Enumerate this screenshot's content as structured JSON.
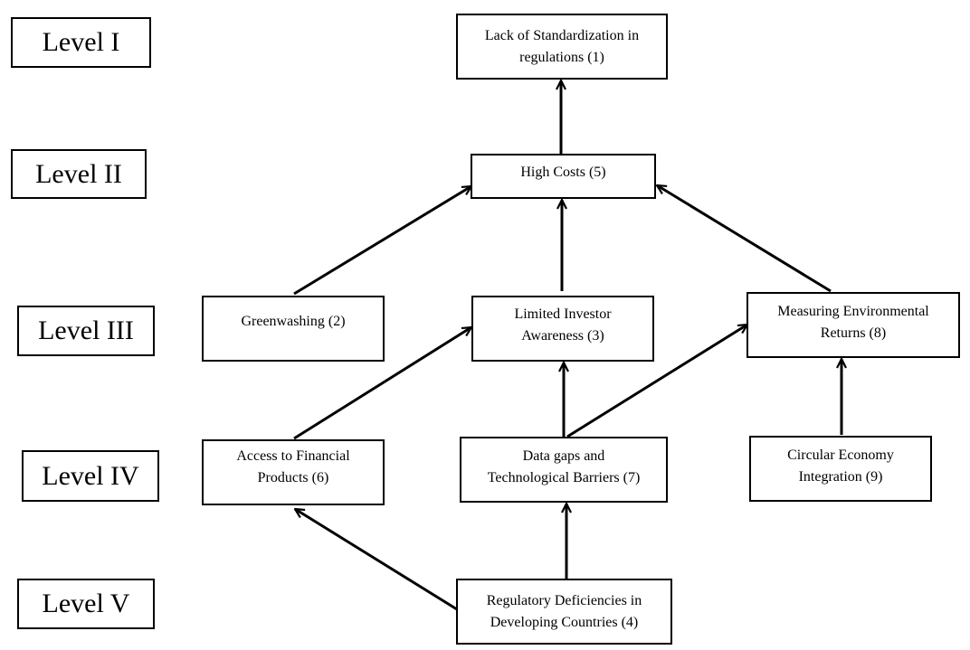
{
  "levels": {
    "l1": "Level I",
    "l2": "Level II",
    "l3": "Level III",
    "l4": "Level IV",
    "l5": "Level V"
  },
  "nodes": {
    "n1": [
      "Lack of Standardization in",
      "regulations (1)"
    ],
    "n5": [
      "High Costs (5)"
    ],
    "n2": [
      "Greenwashing (2)"
    ],
    "n3": [
      "Limited Investor",
      "Awareness (3)"
    ],
    "n8": [
      "Measuring Environmental",
      "Returns (8)"
    ],
    "n6": [
      "Access to Financial",
      "Products (6)"
    ],
    "n7": [
      "Data gaps and",
      "Technological Barriers (7)"
    ],
    "n9": [
      "Circular Economy",
      "Integration (9)"
    ],
    "n4": [
      "Regulatory Deficiencies in",
      "Developing Countries (4)"
    ]
  },
  "edges": [
    {
      "from": "n5",
      "to": "n1"
    },
    {
      "from": "n2",
      "to": "n5"
    },
    {
      "from": "n3",
      "to": "n5"
    },
    {
      "from": "n8",
      "to": "n5"
    },
    {
      "from": "n6",
      "to": "n3"
    },
    {
      "from": "n7",
      "to": "n3"
    },
    {
      "from": "n7",
      "to": "n8"
    },
    {
      "from": "n9",
      "to": "n8"
    },
    {
      "from": "n4",
      "to": "n6"
    },
    {
      "from": "n4",
      "to": "n7"
    }
  ]
}
